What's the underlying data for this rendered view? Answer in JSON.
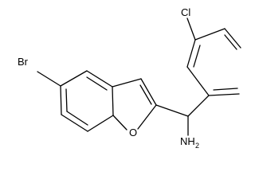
{
  "molecule": {
    "atoms": {
      "bromine": "Br",
      "oxygen": "O",
      "chlorine": "Cl",
      "amine": "NH",
      "amine_subscript": "2"
    },
    "line_color": "#000000",
    "background_color": "#ffffff"
  }
}
